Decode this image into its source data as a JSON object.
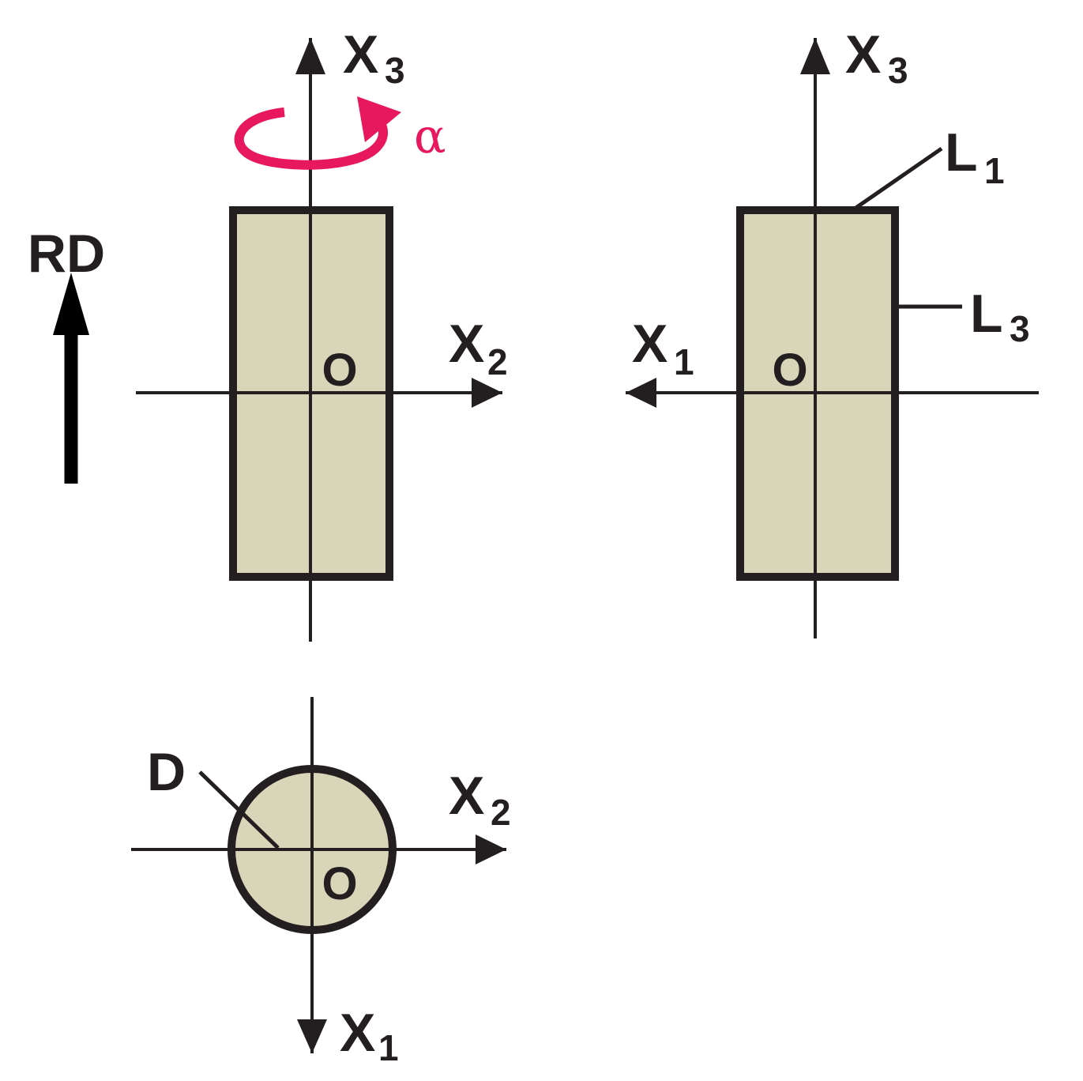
{
  "colors": {
    "ink": "#231f20",
    "fill": "#d8d5b9",
    "accent": "#e8185e"
  },
  "labels": {
    "rd": "RD",
    "alpha": "α",
    "origin": "O",
    "x_letter": "X",
    "sub1": "1",
    "sub2": "2",
    "sub3": "3",
    "l_letter": "L",
    "d_label": "D"
  }
}
